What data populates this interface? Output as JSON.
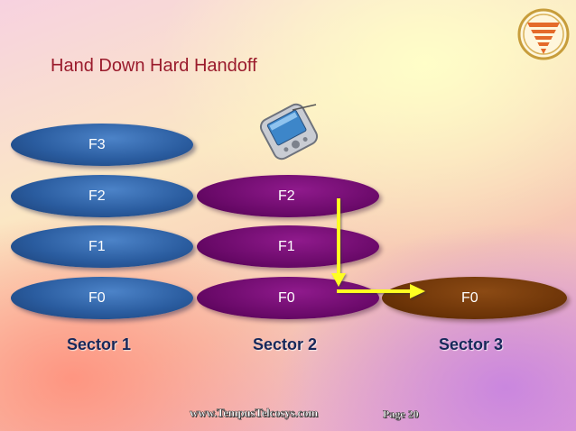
{
  "title": "Hand Down Hard Handoff",
  "sectors": [
    {
      "label": "Sector 1",
      "carriers": [
        "F3",
        "F2",
        "F1",
        "F0"
      ],
      "color": "#2a5c9f"
    },
    {
      "label": "Sector 2",
      "carriers": [
        "F2",
        "F1",
        "F0"
      ],
      "color": "#6b0a6a"
    },
    {
      "label": "Sector 3",
      "carriers": [
        "F0"
      ],
      "color": "#6e3508"
    }
  ],
  "handoff": {
    "from": "Sector 2 F2",
    "to": "Sector 3 F0",
    "arrow_color": "#ffff22"
  },
  "icons": {
    "logo": "company-logo-icon",
    "device": "pda-phone-icon"
  },
  "footer": {
    "url": "www.TempusTelcosys.com",
    "page": "Page 20"
  },
  "colors": {
    "title": "#9a1b2c",
    "sector_label": "#17285a"
  }
}
